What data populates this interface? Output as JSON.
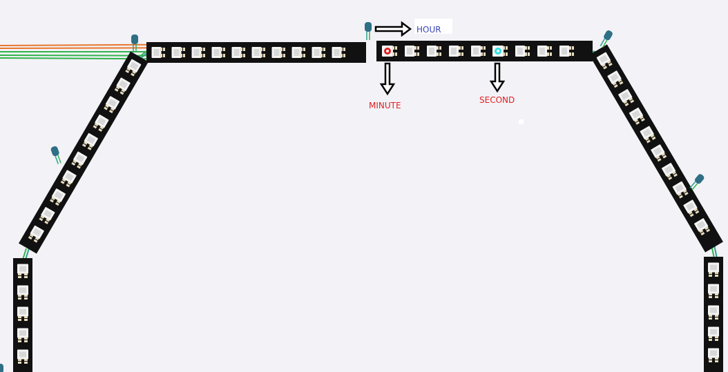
{
  "labels": {
    "hour": "HOUR",
    "minute": "MINUTE",
    "second": "SECOND"
  },
  "colors": {
    "background": "#f3f2f7",
    "strip": "#111111",
    "led_chip": "#f4f4f4",
    "pad": "#e8dcc0",
    "wire_orange": "#e8762b",
    "wire_green": "#2fb34a",
    "wire_teal": "#2a9f8c",
    "connector": "#2e6f86",
    "hour_label": "#3a45b5",
    "minute_label": "#e02020",
    "second_label": "#e02020",
    "minute_led": "#e02020",
    "second_led": "#2de0e0",
    "arrow": "#000000"
  },
  "legend": [
    {
      "key": "hour",
      "icon": "arrow-right-icon"
    },
    {
      "key": "minute",
      "icon": "arrow-down-icon"
    },
    {
      "key": "second",
      "icon": "arrow-down-icon"
    }
  ]
}
